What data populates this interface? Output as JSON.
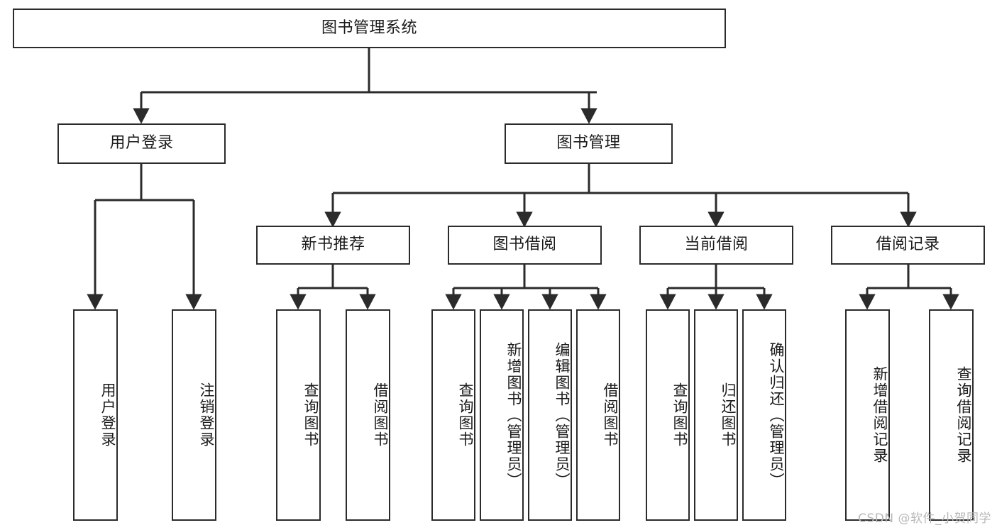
{
  "diagram": {
    "title": "图书管理系统",
    "type": "tree-hierarchy-diagram",
    "watermark": "CSDN @软件_小贺同学",
    "colors": {
      "border": "#2b2b2b",
      "background": "#ffffff",
      "text": "#1a1a1a",
      "edge": "#2b2b2b",
      "watermark": "#b8b8b8"
    },
    "root": {
      "label": "图书管理系统"
    },
    "level1": [
      {
        "id": "user-login",
        "label": "用户登录"
      },
      {
        "id": "book-management",
        "label": "图书管理"
      }
    ],
    "level2": [
      {
        "id": "new-book-recommend",
        "label": "新书推荐",
        "parent": "book-management"
      },
      {
        "id": "book-borrow",
        "label": "图书借阅",
        "parent": "book-management"
      },
      {
        "id": "current-borrow",
        "label": "当前借阅",
        "parent": "book-management"
      },
      {
        "id": "borrow-record",
        "label": "借阅记录",
        "parent": "book-management"
      }
    ],
    "leaves": [
      {
        "id": "leaf-user-login",
        "label": "用户登录",
        "parent": "user-login"
      },
      {
        "id": "leaf-logout-login",
        "label": "注销登录",
        "parent": "user-login"
      },
      {
        "id": "leaf-query-book-1",
        "label": "查询图书",
        "parent": "new-book-recommend"
      },
      {
        "id": "leaf-borrow-book-1",
        "label": "借阅图书",
        "parent": "new-book-recommend"
      },
      {
        "id": "leaf-query-book-2",
        "label": "查询图书",
        "parent": "book-borrow"
      },
      {
        "id": "leaf-add-book",
        "label": "新增图书（管理员）",
        "parent": "book-borrow"
      },
      {
        "id": "leaf-edit-book",
        "label": "编辑图书（管理员）",
        "parent": "book-borrow"
      },
      {
        "id": "leaf-borrow-book-2",
        "label": "借阅图书",
        "parent": "book-borrow"
      },
      {
        "id": "leaf-query-book-3",
        "label": "查询图书",
        "parent": "current-borrow"
      },
      {
        "id": "leaf-return-book",
        "label": "归还图书",
        "parent": "current-borrow"
      },
      {
        "id": "leaf-confirm-return",
        "label": "确认归还（管理员）",
        "parent": "current-borrow"
      },
      {
        "id": "leaf-add-record",
        "label": "新增借阅记录",
        "parent": "borrow-record"
      },
      {
        "id": "leaf-query-record",
        "label": "查询借阅记录",
        "parent": "borrow-record"
      }
    ]
  }
}
